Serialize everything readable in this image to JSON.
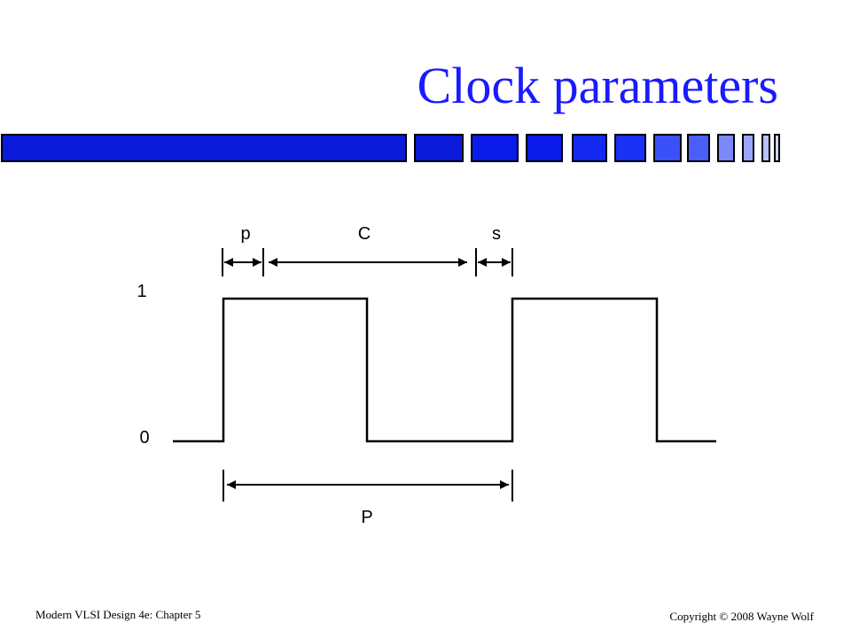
{
  "slide": {
    "title": "Clock parameters",
    "footer_left": "Modern VLSI Design 4e: Chapter 5",
    "footer_right": "Copyright © 2008 Wayne Wolf",
    "accent_color": "#1a1aff"
  },
  "diagram": {
    "labels": {
      "p": "p",
      "C": "C",
      "s": "s",
      "P": "P",
      "level_high": "1",
      "level_low": "0"
    }
  }
}
